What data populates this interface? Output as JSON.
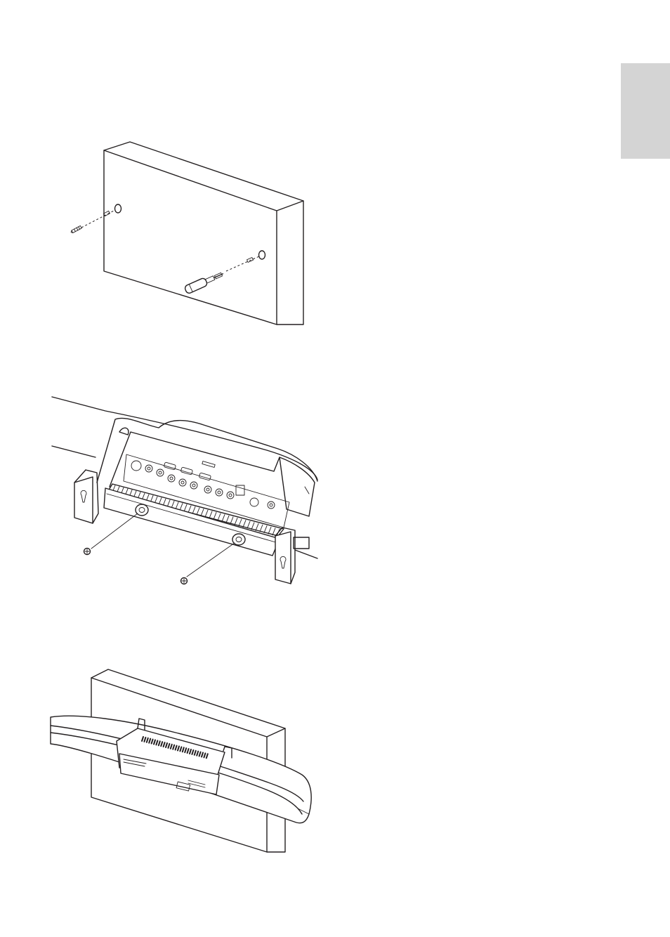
{
  "page": {
    "background": "#ffffff",
    "tab_color": "#d4d4d4",
    "line_color": "#231f20"
  },
  "figures": [
    {
      "id": "fig1",
      "icon": "wall-drill-screws-illustration"
    },
    {
      "id": "fig2",
      "icon": "tv-back-bracket-screws-illustration"
    },
    {
      "id": "fig3",
      "icon": "tv-mounted-on-wall-illustration"
    }
  ]
}
